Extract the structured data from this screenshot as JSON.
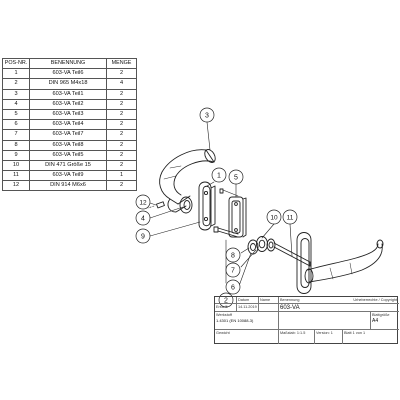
{
  "bom": {
    "headers": [
      "POS-NR.",
      "BENENNUNG",
      "MENGE"
    ],
    "rows": [
      [
        "1",
        "603-VA Teil6",
        "2"
      ],
      [
        "2",
        "DIN 965 M4x18",
        "4"
      ],
      [
        "3",
        "603-VA Teil1",
        "2"
      ],
      [
        "4",
        "603-VA Teil2",
        "2"
      ],
      [
        "5",
        "603-VA Teil3",
        "2"
      ],
      [
        "6",
        "603-VA Teil4",
        "2"
      ],
      [
        "7",
        "603-VA Teil7",
        "2"
      ],
      [
        "8",
        "603-VA Teil8",
        "2"
      ],
      [
        "9",
        "603-VA Teil5",
        "2"
      ],
      [
        "10",
        "DIN 471 Größe 15",
        "2"
      ],
      [
        "11",
        "603-VA Teil9",
        "1"
      ],
      [
        "12",
        "DIN 914 M6x6",
        "2"
      ]
    ]
  },
  "callouts": [
    "3",
    "1",
    "5",
    "12",
    "4",
    "9",
    "10",
    "11",
    "8",
    "7",
    "6",
    "2"
  ],
  "titleblock": {
    "col1_header": "",
    "col2_header": "Datum",
    "col3_header": "Name",
    "erstellt_label": "Erstellt",
    "erstellt_datum": "14.11.2019",
    "erstellt_name": "",
    "benennung_label": "Benennung",
    "drawing_title": "603-VA",
    "werkstoff_label": "Werkstoff",
    "werkstoff_value": "1.4301 (EN 10088-3)",
    "blattgroesse_label": "Blattgröße",
    "blattgroesse_value": "A4",
    "gewicht_label": "Gewicht",
    "massstab_label": "Maßstab: 1:1.5",
    "version_label": "Version: 1",
    "blatt_label": "Blatt 1 von 1",
    "rights_text": "Urheberrechte / Copyright"
  }
}
